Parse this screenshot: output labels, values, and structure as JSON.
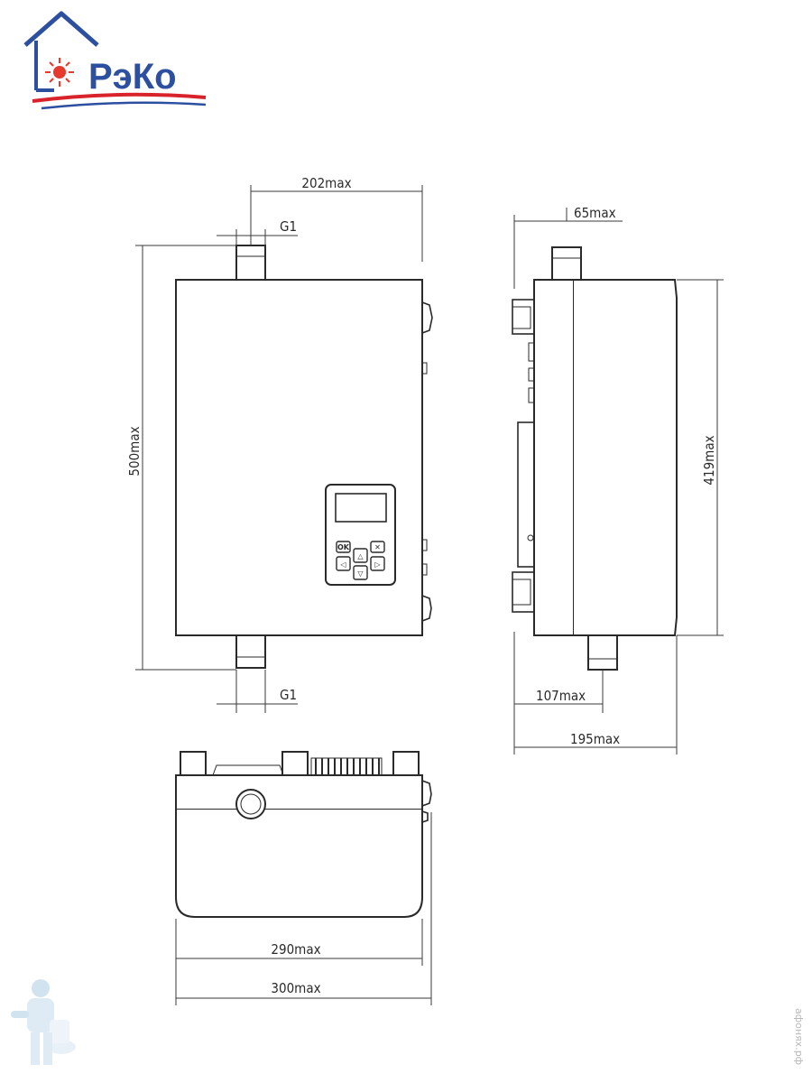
{
  "logo": {
    "text": "РэКо",
    "colors": {
      "primary": "#2c4fa0",
      "sun": "#e63a2e",
      "stripe": "#d8232a"
    }
  },
  "dimensions": {
    "front_width": "202max",
    "front_height": "500max",
    "front_thread_top": "G1",
    "front_thread_bottom": "G1",
    "side_depth_top": "65max",
    "side_height": "419max",
    "side_pipe_offset": "107max",
    "side_depth": "195max",
    "bottom_width_inner": "290max",
    "bottom_width_outer": "300max"
  },
  "control_panel": {
    "buttons": [
      "OK",
      "✕",
      "◁",
      "△",
      "▽",
      "▷"
    ]
  },
  "watermark": "афонях.рф",
  "icons": [
    "sun-icon",
    "house-icon",
    "plumber-mascot-icon"
  ]
}
